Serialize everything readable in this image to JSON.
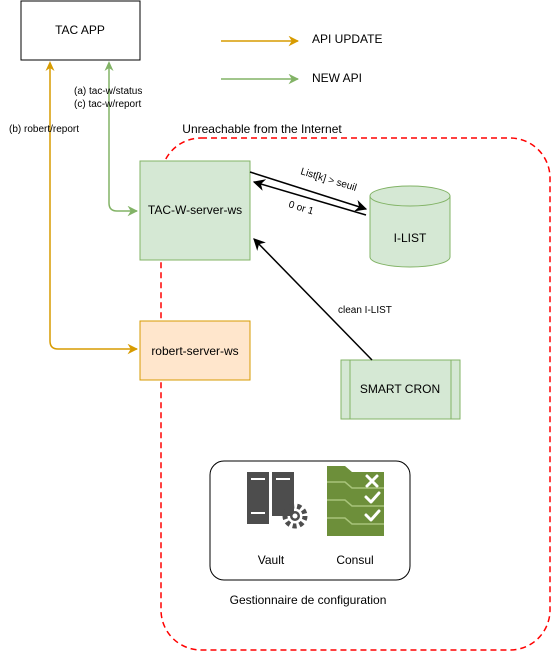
{
  "legend": {
    "api_update": "API UPDATE",
    "new_api": "NEW API"
  },
  "nodes": {
    "tac_app": "TAC APP",
    "tac_w_server": "TAC-W-server-ws",
    "robert_server": "robert-server-ws",
    "i_list": "I-LIST",
    "smart_cron": "SMART CRON",
    "vault": "Vault",
    "consul": "Consul"
  },
  "edges": {
    "tac_w_status": "(a) tac-w/status",
    "tac_w_report": "(c) tac-w/report",
    "robert_report": "(b) robert/report",
    "list_seuil": "List[k] > seuil",
    "zero_or_one": "0 or 1",
    "clean_ilist": "clean I-LIST"
  },
  "regions": {
    "unreachable": "Unreachable from the Internet",
    "config_manager": "Gestionnaire de configuration"
  },
  "colors": {
    "api_update": "#d79b00",
    "new_api": "#82b366",
    "green_fill": "#d5e8d4",
    "orange_fill": "#ffe6cc",
    "orange_stroke": "#d79b00",
    "dashed_region": "#ff0000",
    "vault_icon": "#4d4d4d",
    "consul_icon": "#6d8f3a"
  },
  "icons": {
    "vault": "server-gear-icon",
    "consul": "checklist-folder-icon"
  }
}
